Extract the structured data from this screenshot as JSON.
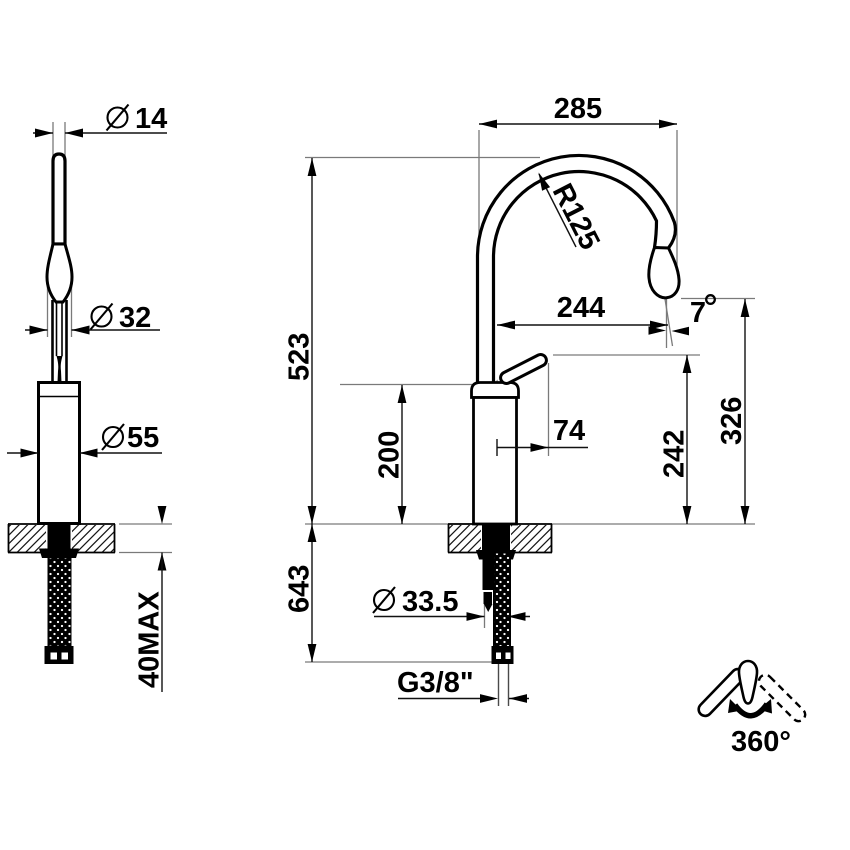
{
  "drawing": {
    "background": "#ffffff",
    "outline_color": "#000000",
    "dimension_line_color": "#111111",
    "extension_line_color": "#7a7a7a"
  },
  "side_view": {
    "dia_lever_top": "14",
    "dia_lever_grip": "32",
    "dia_body": "55",
    "counter_thickness_max": "40MAX"
  },
  "front_view": {
    "spout_span": "285",
    "spout_radius": "R125",
    "spout_height": "523",
    "tip_reach": "244",
    "outlet_angle": "7",
    "outlet_height": "326",
    "body_top_height": "200",
    "lever_reach": "74",
    "lever_top_height": "242",
    "hose_drop": "643",
    "dia_mounting_hole": "33.5",
    "thread": "G3/8\""
  },
  "rotation_symbol": {
    "label": "360°"
  }
}
